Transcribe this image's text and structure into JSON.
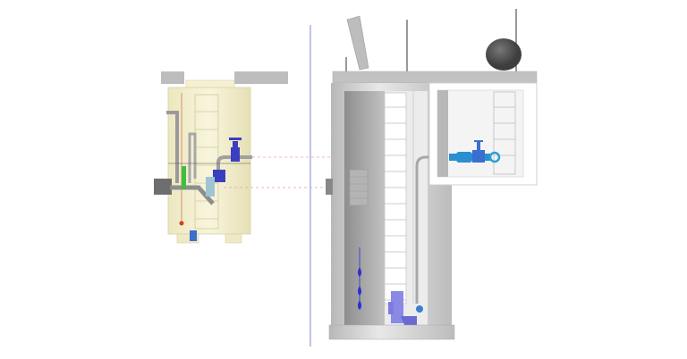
{
  "colors": {
    "background": "#ffffff",
    "tank_body": "#f3efcf",
    "concrete": "#c8c8c8",
    "concrete_dark": "#a9a9a9",
    "slab": "#bdbdbd",
    "valve_blue": "#3a3fc0",
    "valve_cyan": "#2a8fd0",
    "pump_purple": "#7c7ce0",
    "float_blue": "#2b2fd0",
    "pipe_grey": "#9a9a9a",
    "divider": "#aab0e0",
    "dashed_line": "#e8a0a0",
    "sphere": "#555555",
    "green_part": "#3fbf3f",
    "red_marker": "#d04020"
  },
  "icons": [
    "prefab-pump-tank",
    "concrete-pump-shaft",
    "valve-chamber",
    "gate-valve",
    "submersible-pump",
    "float-switch",
    "ladder"
  ]
}
